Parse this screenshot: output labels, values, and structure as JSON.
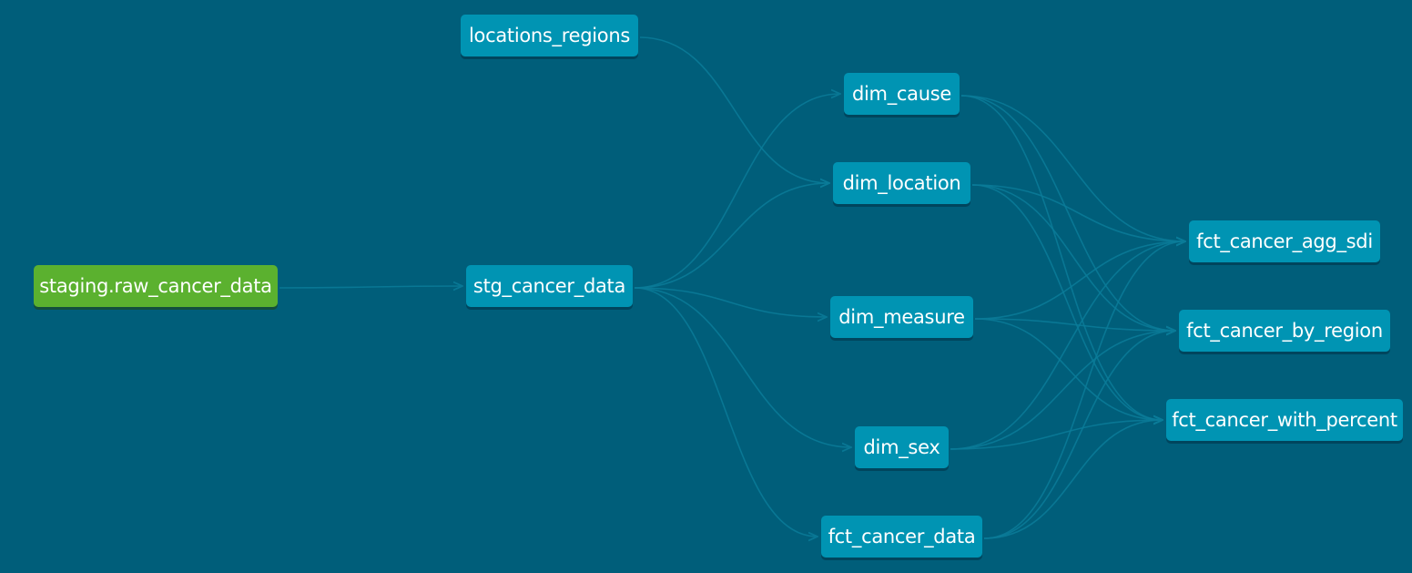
{
  "graph": {
    "colors": {
      "background": "#005e7a",
      "model_node": "#0094b3",
      "source_node": "#5bb12f",
      "edge": "#0b7c99",
      "text": "#ffffff"
    },
    "nodes": {
      "raw": {
        "label": "staging.raw_cancer_data",
        "kind": "source"
      },
      "locreg": {
        "label": "locations_regions",
        "kind": "model"
      },
      "stg": {
        "label": "stg_cancer_data",
        "kind": "model"
      },
      "cause": {
        "label": "dim_cause",
        "kind": "model"
      },
      "loc": {
        "label": "dim_location",
        "kind": "model"
      },
      "measure": {
        "label": "dim_measure",
        "kind": "model"
      },
      "sex": {
        "label": "dim_sex",
        "kind": "model"
      },
      "fctdata": {
        "label": "fct_cancer_data",
        "kind": "model"
      },
      "aggsdi": {
        "label": "fct_cancer_agg_sdi",
        "kind": "model"
      },
      "byreg": {
        "label": "fct_cancer_by_region",
        "kind": "model"
      },
      "pct": {
        "label": "fct_cancer_with_percent",
        "kind": "model"
      }
    },
    "edges": [
      [
        "raw",
        "stg"
      ],
      [
        "locreg",
        "loc"
      ],
      [
        "stg",
        "cause"
      ],
      [
        "stg",
        "loc"
      ],
      [
        "stg",
        "measure"
      ],
      [
        "stg",
        "sex"
      ],
      [
        "stg",
        "fctdata"
      ],
      [
        "cause",
        "aggsdi"
      ],
      [
        "cause",
        "byreg"
      ],
      [
        "cause",
        "pct"
      ],
      [
        "loc",
        "aggsdi"
      ],
      [
        "loc",
        "byreg"
      ],
      [
        "loc",
        "pct"
      ],
      [
        "measure",
        "aggsdi"
      ],
      [
        "measure",
        "byreg"
      ],
      [
        "measure",
        "pct"
      ],
      [
        "sex",
        "aggsdi"
      ],
      [
        "sex",
        "byreg"
      ],
      [
        "sex",
        "pct"
      ],
      [
        "fctdata",
        "aggsdi"
      ],
      [
        "fctdata",
        "byreg"
      ],
      [
        "fctdata",
        "pct"
      ]
    ]
  }
}
